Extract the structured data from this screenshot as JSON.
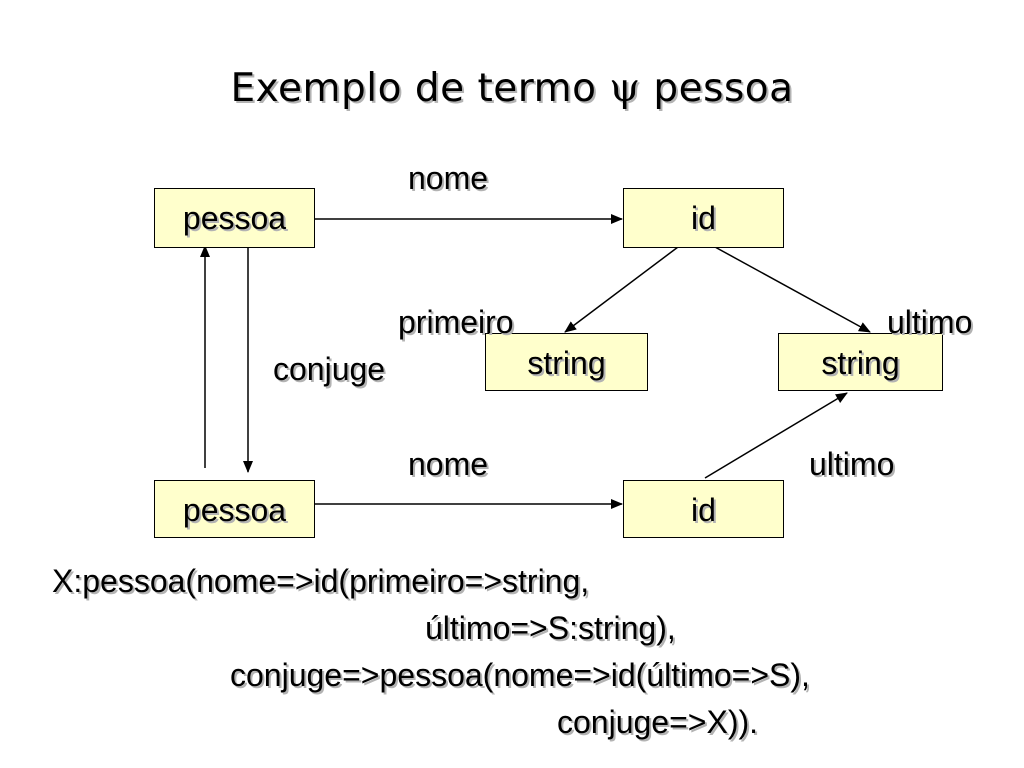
{
  "title": {
    "text": "Exemplo de termo",
    "psi": "ψ",
    "suffix": "pessoa"
  },
  "nodes": {
    "pessoa_top": "pessoa",
    "id_top": "id",
    "string_left": "string",
    "string_right": "string",
    "pessoa_bottom": "pessoa",
    "id_bottom": "id"
  },
  "edge_labels": {
    "nome_top": "nome",
    "primeiro": "primeiro",
    "ultimo_right": "ultimo",
    "conjuge": "conjuge",
    "nome_bottom": "nome",
    "ultimo_bottom": "ultimo"
  },
  "code_lines": [
    "X:pessoa(nome=>id(primeiro=>string,",
    "último=>S:string),",
    "conjuge=>pessoa(nome=>id(último=>S),",
    "conjuge=>X))."
  ],
  "colors": {
    "node_fill": "#ffffcc",
    "text_shadow": "#b3b3b3"
  }
}
